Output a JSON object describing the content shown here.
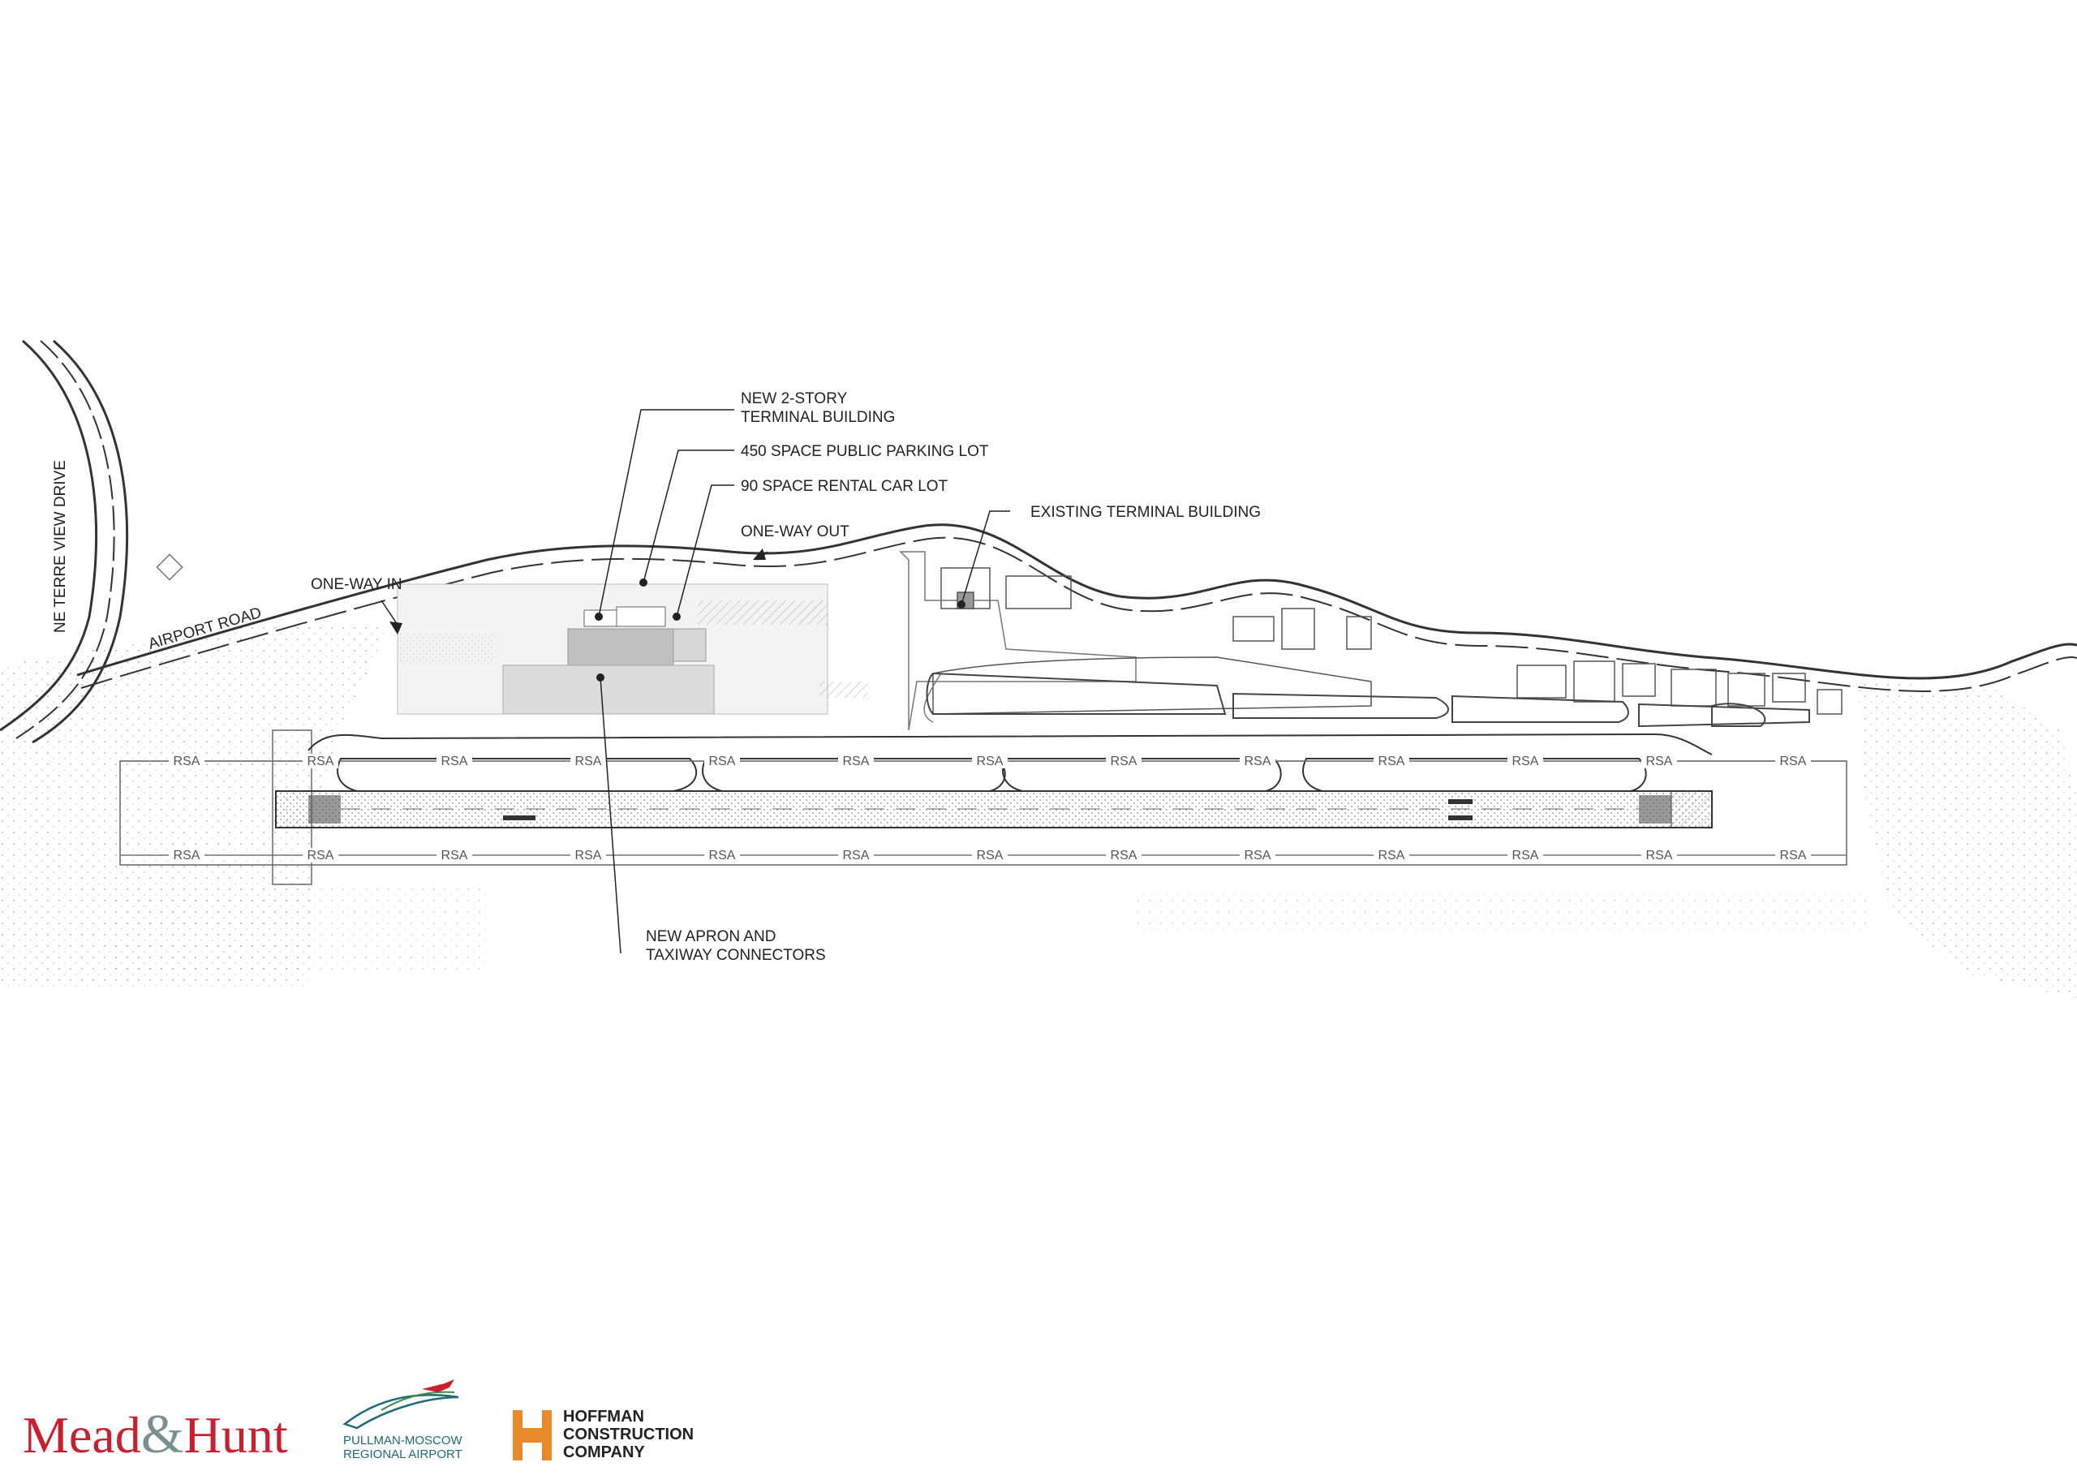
{
  "callouts": {
    "terminal_new": [
      "NEW 2-STORY",
      "TERMINAL BUILDING"
    ],
    "parking": "450 SPACE PUBLIC PARKING LOT",
    "rental": "90 SPACE RENTAL CAR LOT",
    "one_way_out": "ONE-WAY OUT",
    "existing_terminal": "EXISTING TERMINAL BUILDING",
    "one_way_in": "ONE-WAY IN",
    "apron": [
      "NEW APRON AND",
      "TAXIWAY CONNECTORS"
    ]
  },
  "roads": {
    "airport_road": "AIRPORT ROAD",
    "terre_view": "NE TERRE VIEW DRIVE"
  },
  "rsa_label": "RSA",
  "logos": {
    "mead_hunt": {
      "part1": "Mead",
      "amp": "&",
      "part2": "Hunt",
      "color": "#c8202e"
    },
    "pullman": {
      "line1": "PULLMAN-MOSCOW",
      "line2": "REGIONAL AIRPORT",
      "color": "#1f6a78"
    },
    "hoffman": {
      "line1": "HOFFMAN",
      "line2": "CONSTRUCTION",
      "line3": "COMPANY",
      "color": "#e8892b"
    }
  }
}
